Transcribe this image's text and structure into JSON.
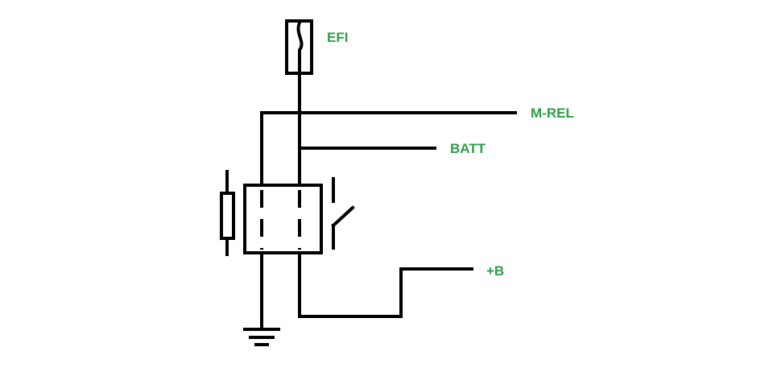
{
  "labels": {
    "efi": "EFI",
    "m_rel": "M-REL",
    "batt": "BATT",
    "plus_b": "+B"
  },
  "colors": {
    "label": "#2e9e48",
    "line": "#000000"
  }
}
